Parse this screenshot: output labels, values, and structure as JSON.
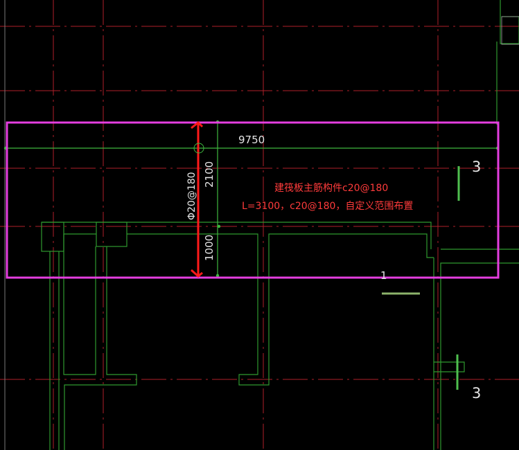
{
  "colors": {
    "background": "#000000",
    "axis_red": "#b0202a",
    "wall_green": "#2f9a2f",
    "dimension_green": "#3fb83f",
    "selection_magenta": "#e53ee0",
    "rebar_red": "#ff1a1a",
    "annotation_red": "#ff3b3b",
    "text_white": "#e6e6e6"
  },
  "icons": {
    "snap_marker": "circle",
    "dimension_tick": "short-slash"
  },
  "dimensions": {
    "span_length": "9750",
    "upper_segment": "2100",
    "lower_segment": "1000"
  },
  "rebar": {
    "label": "Φ20@180"
  },
  "annotation": {
    "line1": "建筏板主筋构件c20@180",
    "line2": "L=3100，c20@180，自定义范围布置"
  },
  "grid_labels": {
    "section_top": "3",
    "section_bottom": "3",
    "marker_one": "1"
  }
}
